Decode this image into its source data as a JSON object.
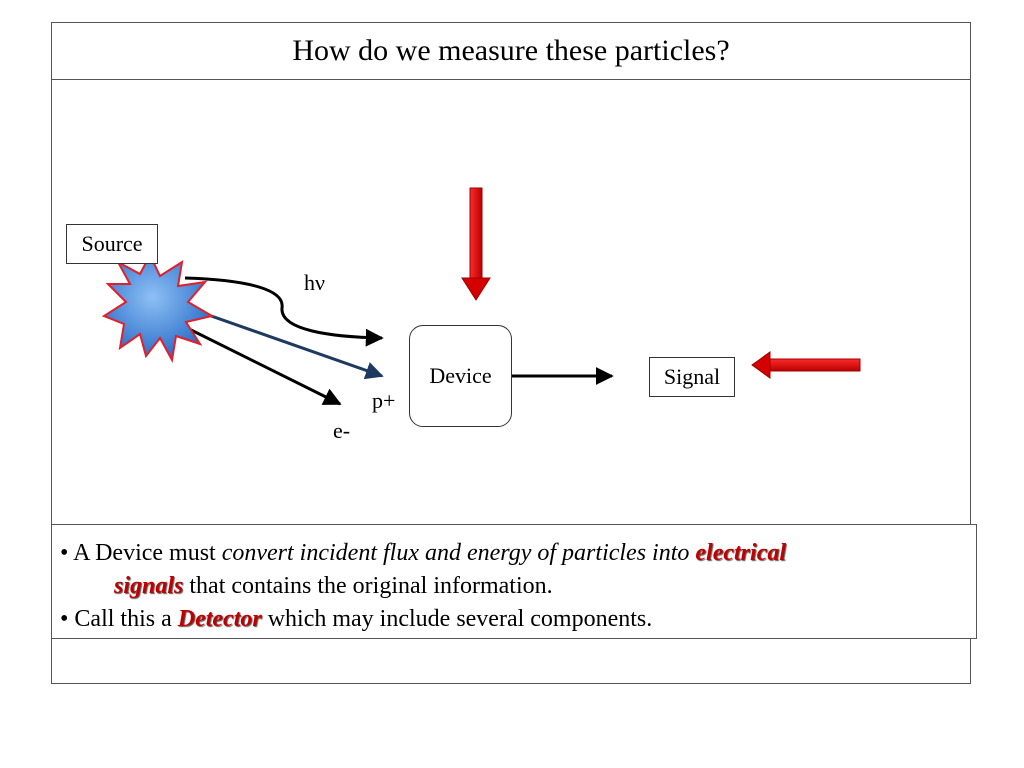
{
  "title": "How do we measure these particles?",
  "diagram": {
    "source_label": "Source",
    "device_label": "Device",
    "signal_label": "Signal",
    "particles": {
      "photon": "hν",
      "proton": "p+",
      "electron": "e-"
    },
    "colors": {
      "pointer_arrow": "#e00000",
      "starburst_fill": "#4a8ee0",
      "starburst_stroke": "#e0202a",
      "proton_path": "#1f3a60"
    }
  },
  "text": {
    "line1_a": "• A Device must ",
    "line1_italic": "convert incident flux and energy of particles into ",
    "line1_hl": "electrical",
    "line2_hl": "signals",
    "line2_b": " that contains the original information.",
    "line3_a": "• Call this a ",
    "line3_hl": "Detector",
    "line3_b": " which may include several components."
  }
}
